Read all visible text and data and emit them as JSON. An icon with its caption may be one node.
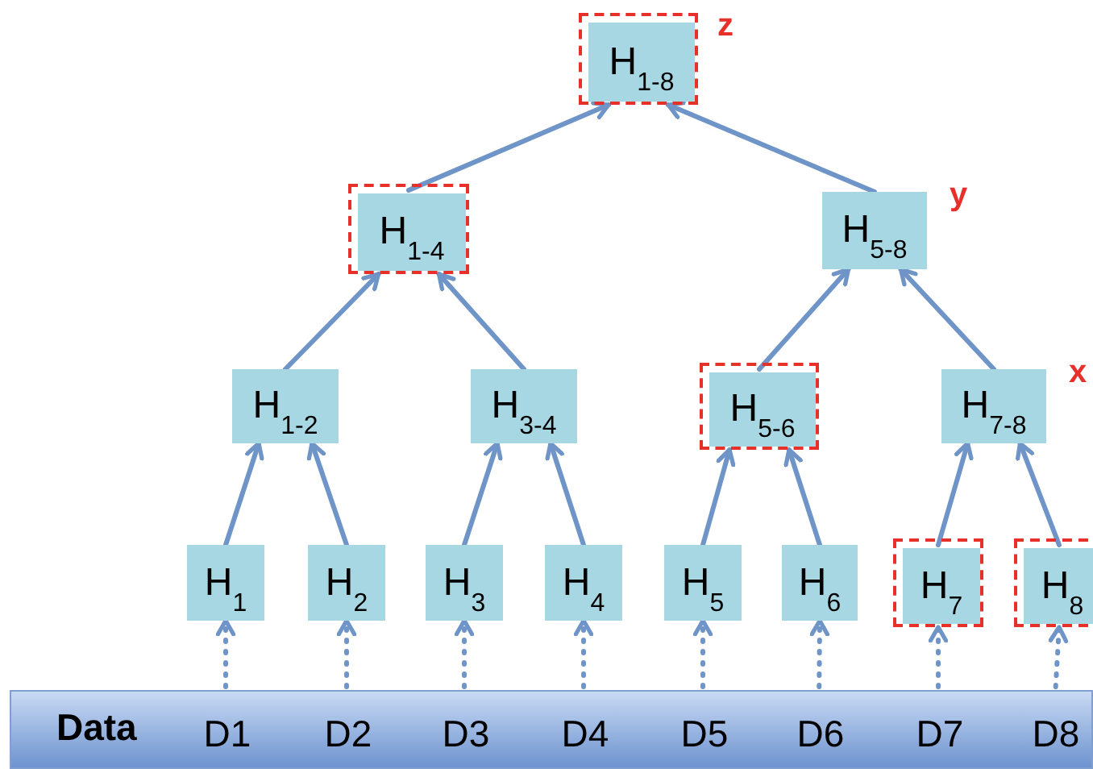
{
  "diagram": {
    "nodes": [
      {
        "text": [],
        "shape": "box"
      },
      {
        "text": [
          "H$_{1-8}$"
        ],
        "in": 0,
        "beside": [
          "z"
        ]
      },
      {
        "text": [],
        "shape": "box"
      },
      {
        "text": [
          "H$_{1-4}$"
        ],
        "in": 2
      },
      {
        "text": [
          "H$_{5-8}$"
        ],
        "beside": [
          "y"
        ]
      },
      {
        "text": [
          "H$_{1-2}$"
        ]
      },
      {
        "text": [
          "H$_{3-4}$"
        ]
      },
      {
        "text": [],
        "shape": "box"
      },
      {
        "text": [
          "H$_{5-6}$"
        ],
        "in": 7
      },
      {
        "text": [
          "H$_{7-8}$"
        ],
        "beside": [
          "x"
        ]
      },
      {
        "text": [
          "H$_{1}$"
        ]
      },
      {
        "text": [
          "H$_{2}$"
        ]
      },
      {
        "text": [
          "H$_{3}$"
        ]
      },
      {
        "text": [
          "H$_{4}$"
        ]
      },
      {
        "text": [
          "H$_{5}$"
        ]
      },
      {
        "text": [
          "H$_{6}$"
        ]
      },
      {
        "text": [],
        "shape": "box"
      },
      {
        "text": [
          "H$_{7}$"
        ],
        "in": 16
      },
      {
        "text": [],
        "shape": "box"
      },
      {
        "text": [
          "H$_{8}$"
        ],
        "in": 18
      },
      {
        "text": [
          "Data"
        ]
      },
      {
        "text": [
          "D1"
        ],
        "in": 20
      },
      {
        "text": [
          "D2"
        ],
        "in": 20
      },
      {
        "text": [
          "D3"
        ],
        "in": 20
      },
      {
        "text": [
          "D4"
        ],
        "in": 20
      },
      {
        "text": [
          "D5"
        ],
        "in": 20
      },
      {
        "text": [
          "D6"
        ],
        "in": 20
      },
      {
        "text": [
          "D7"
        ],
        "in": 20
      },
      {
        "text": [
          "D8"
        ],
        "in": 20
      }
    ],
    "edges": [
      {
        "from": 3,
        "to": 0,
        "arrow": "to"
      },
      {
        "from": 4,
        "to": 0,
        "arrow": "to"
      },
      {
        "from": 5,
        "to": 2,
        "arrow": "to"
      },
      {
        "from": 6,
        "to": 2,
        "arrow": "to"
      },
      {
        "from": 8,
        "to": 4,
        "arrow": "to"
      },
      {
        "from": 9,
        "to": 4,
        "arrow": "to"
      },
      {
        "from": 10,
        "to": 5,
        "arrow": "to"
      },
      {
        "from": 11,
        "to": 5,
        "arrow": "to"
      },
      {
        "from": 12,
        "to": 6,
        "arrow": "to"
      },
      {
        "from": 13,
        "to": 6,
        "arrow": "to"
      },
      {
        "from": 14,
        "to": 7,
        "arrow": "to"
      },
      {
        "from": 15,
        "to": 7,
        "arrow": "to"
      },
      {
        "from": 17,
        "to": 9,
        "arrow": "to"
      },
      {
        "from": 19,
        "to": 9,
        "arrow": "to"
      },
      {
        "from": 21,
        "to": 10,
        "arrow": "to",
        "style": "dashed"
      },
      {
        "from": 22,
        "to": 11,
        "arrow": "to",
        "style": "dashed"
      },
      {
        "from": 23,
        "to": 12,
        "arrow": "to",
        "style": "dashed"
      },
      {
        "from": 24,
        "to": 13,
        "arrow": "to",
        "style": "dashed"
      },
      {
        "from": 25,
        "to": 14,
        "arrow": "to",
        "style": "dashed"
      },
      {
        "from": 26,
        "to": 15,
        "arrow": "to",
        "style": "dashed"
      },
      {
        "from": 27,
        "to": 16,
        "arrow": "to",
        "style": "dashed"
      },
      {
        "from": 28,
        "to": 18,
        "arrow": "to",
        "style": "dashed"
      }
    ]
  }
}
